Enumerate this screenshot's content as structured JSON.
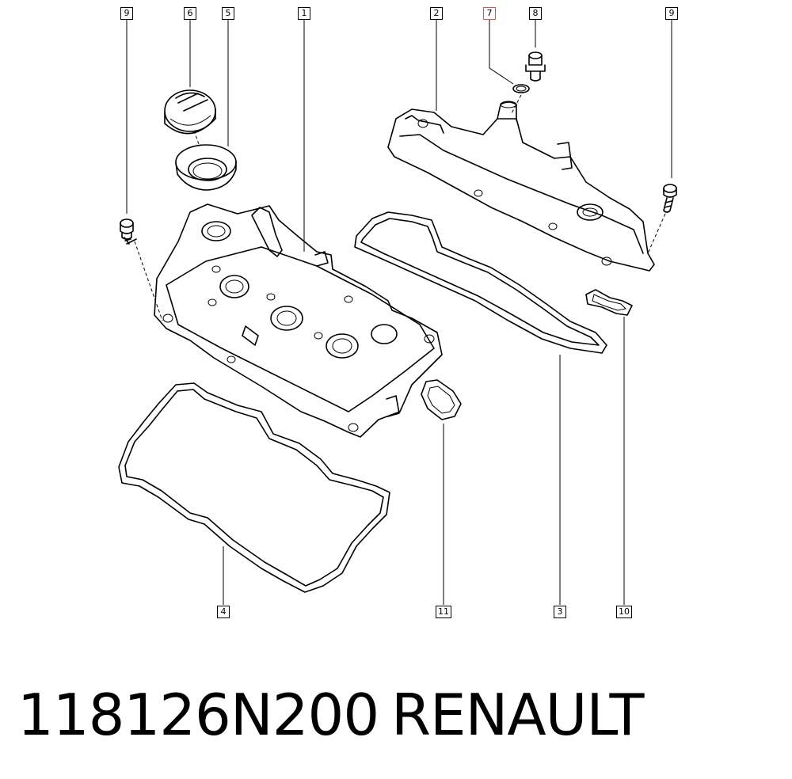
{
  "callouts": {
    "c9a": "9",
    "c6": "6",
    "c5": "5",
    "c1": "1",
    "c2": "2",
    "c7": "7",
    "c8": "8",
    "c9b": "9",
    "c4": "4",
    "c11": "11",
    "c3": "3",
    "c10": "10"
  },
  "caption": {
    "part_number": "118126N200",
    "brand": "RENAULT"
  },
  "colors": {
    "line": "#000000",
    "highlight": "#d9534f",
    "background": "#ffffff"
  }
}
